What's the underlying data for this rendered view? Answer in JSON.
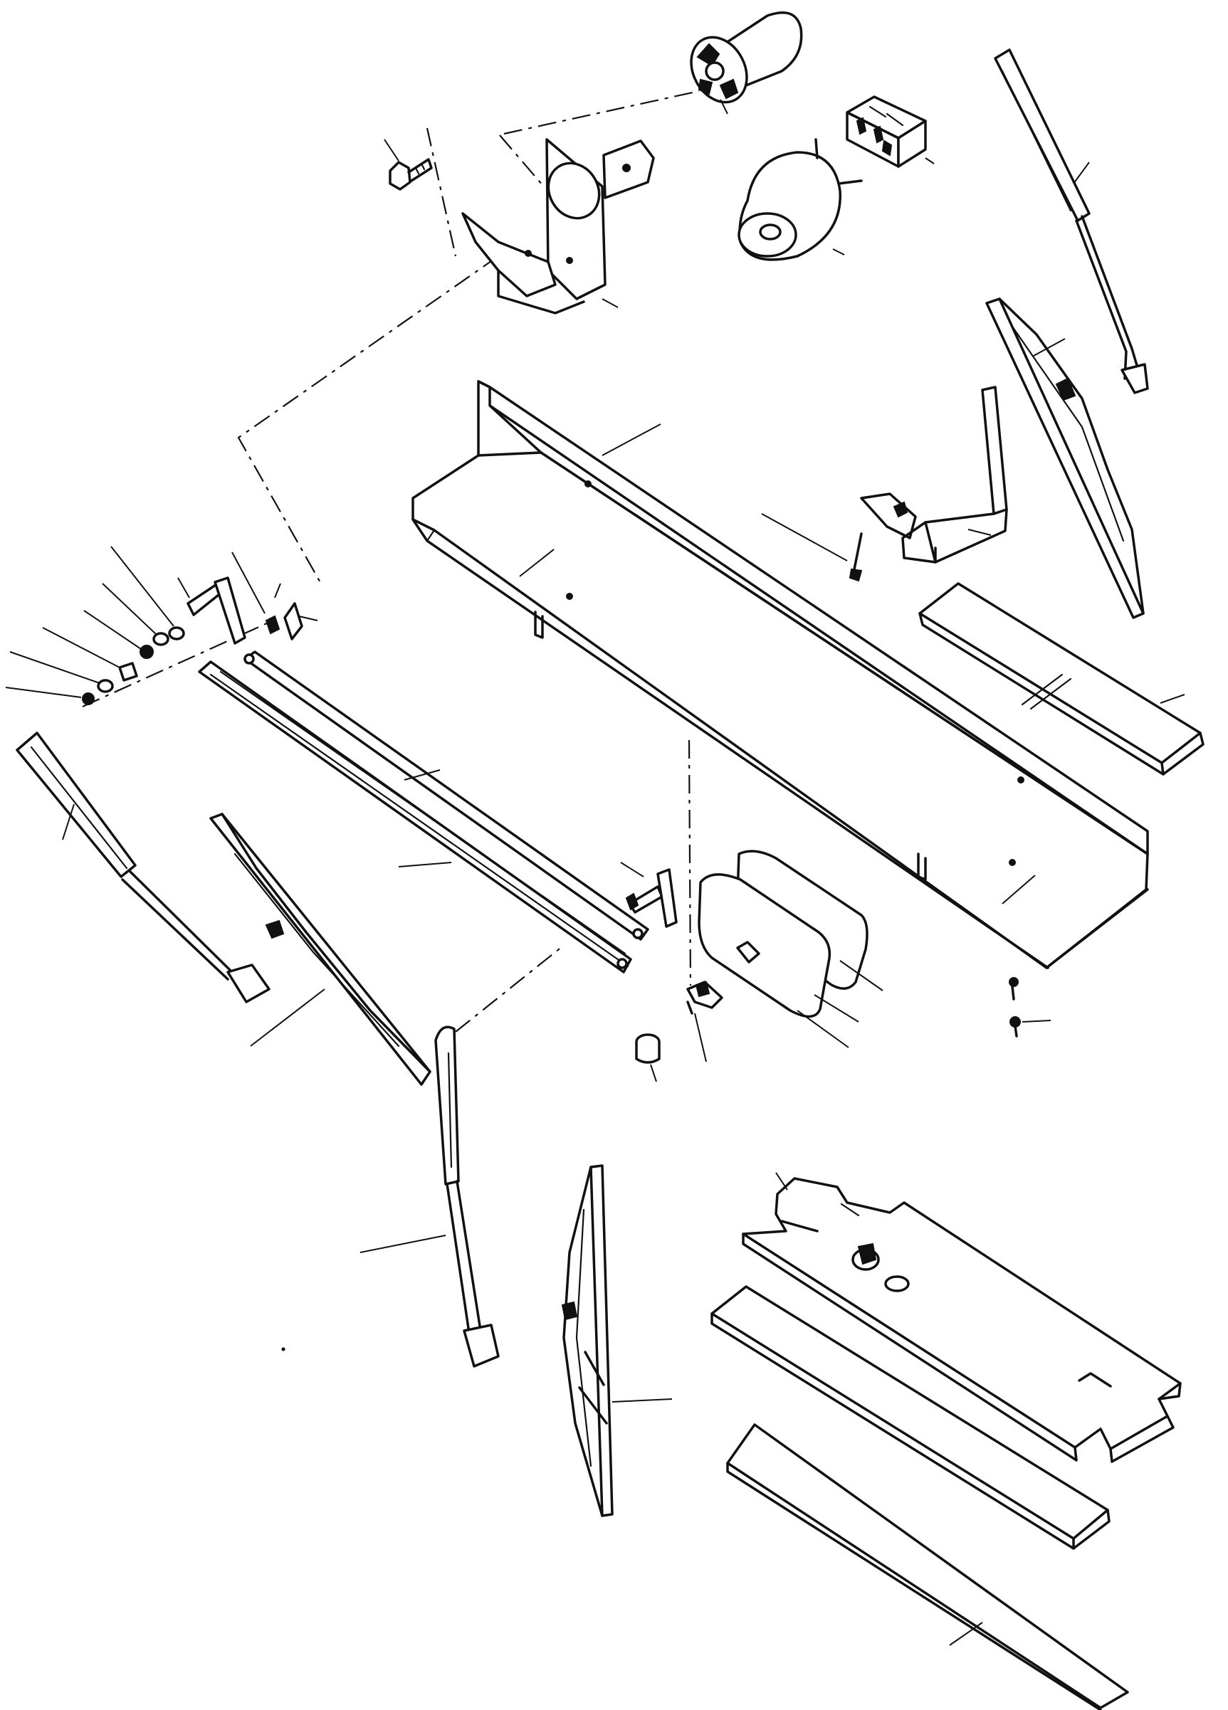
{
  "diagram": {
    "kind": "exploded parts view",
    "palette": {
      "ink": "#111111",
      "paper": "#ffffff"
    },
    "parts": [
      {
        "id": "wiper-motor",
        "icon": "wiper-motor-icon"
      },
      {
        "id": "motor-mounting-bracket",
        "icon": "bracket-icon"
      },
      {
        "id": "mounting-bolt",
        "icon": "bolt-icon"
      },
      {
        "id": "connector-block",
        "icon": "connector-block-icon"
      },
      {
        "id": "washer-pump",
        "icon": "pump-icon"
      },
      {
        "id": "wiper-arm-upper-right",
        "icon": "wiper-arm-icon"
      },
      {
        "id": "wiper-blade-upper-right",
        "icon": "wiper-blade-icon"
      },
      {
        "id": "support-bracket-right",
        "icon": "bracket-icon"
      },
      {
        "id": "dash-panel-channel",
        "icon": "panel-icon"
      },
      {
        "id": "cover-strip-right",
        "icon": "strip-icon"
      },
      {
        "id": "linkage-rod",
        "icon": "linkage-rod-icon"
      },
      {
        "id": "pivot-crank-left",
        "icon": "crank-icon"
      },
      {
        "id": "pivot-crank-right",
        "icon": "crank-icon"
      },
      {
        "id": "hardware-stack",
        "icon": "washer-nut-icon"
      },
      {
        "id": "wiper-arm-left",
        "icon": "wiper-arm-icon"
      },
      {
        "id": "wiper-blade-left",
        "icon": "wiper-blade-icon"
      },
      {
        "id": "lamp-housing",
        "icon": "lamp-icon"
      },
      {
        "id": "lamp-clip",
        "icon": "clip-icon"
      },
      {
        "id": "grommet",
        "icon": "grommet-icon"
      },
      {
        "id": "screw-set",
        "icon": "screw-icon"
      },
      {
        "id": "wiper-arm-centre",
        "icon": "wiper-arm-icon"
      },
      {
        "id": "wiper-blade-centre",
        "icon": "wiper-blade-icon"
      },
      {
        "id": "base-plate",
        "icon": "plate-icon"
      },
      {
        "id": "pad-strip-upper",
        "icon": "strip-icon"
      },
      {
        "id": "pad-strip-lower",
        "icon": "strip-icon"
      }
    ]
  }
}
